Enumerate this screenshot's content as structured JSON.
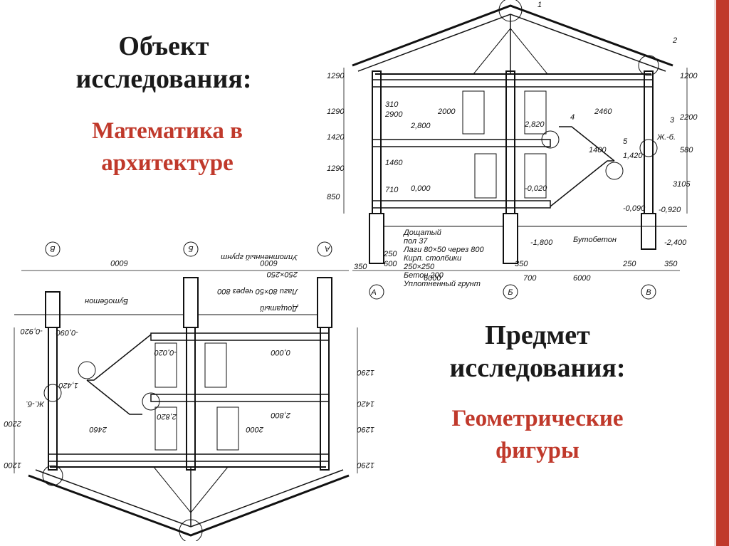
{
  "left_block": {
    "heading_line1": "Объект",
    "heading_line2": "исследования:",
    "sub_line1": "Математика в",
    "sub_line2": "архитектуре"
  },
  "right_block": {
    "heading_line1": "Предмет",
    "heading_line2": "исследования:",
    "sub_line1": "Геометрические",
    "sub_line2": "фигуры"
  },
  "drawing": {
    "axes": [
      "А",
      "Б",
      "В"
    ],
    "callouts": [
      "1",
      "2",
      "3",
      "4",
      "5"
    ],
    "levels": [
      "2,800",
      "0,000",
      "-0,020",
      "2,820",
      "1,420",
      "-0,090",
      "-0,920",
      "-1,800",
      "-2,400"
    ],
    "dims_bottom": [
      "6000",
      "6000",
      "350",
      "700",
      "250",
      "350",
      "600",
      "350",
      "250"
    ],
    "dims_left": [
      "1290",
      "1290",
      "1420",
      "1290",
      "850"
    ],
    "dims_inner": [
      "310",
      "2900",
      "1460",
      "710",
      "2000",
      "2460",
      "1400"
    ],
    "dims_right": [
      "1200",
      "2200",
      "3105",
      "580"
    ],
    "labels": [
      "Бутобетон",
      "Ж.-б."
    ],
    "notes": [
      "Дощатый",
      "пол 37",
      "Лаги 80×50 через 800",
      "Кирп. столбики",
      "250×250",
      "Бетон 200",
      "Уплотненный грунт"
    ]
  },
  "colors": {
    "accent": "#c0392b",
    "text": "#1a1a1a",
    "line": "#111111"
  }
}
